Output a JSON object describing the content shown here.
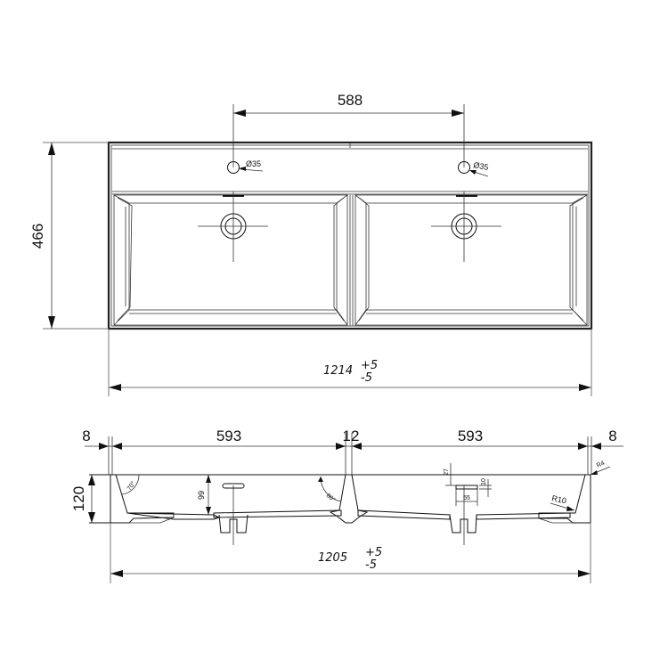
{
  "drawing": {
    "title": "Double washbasin technical drawing",
    "top_view": {
      "tap_hole_spacing": "588",
      "tap_hole_diameter_left": "Ø35",
      "tap_hole_diameter_right": "Ø35",
      "depth": "466",
      "overall_width": "1214",
      "overall_width_tol_plus": "+5",
      "overall_width_tol_minus": "-5"
    },
    "section_view": {
      "rim_left": "8",
      "bowl_width_left": "593",
      "divider_width": "12",
      "bowl_width_right": "593",
      "rim_right": "8",
      "height": "120",
      "inner_depth": "99",
      "angle_outer": "70°",
      "angle_divider": "80°",
      "overflow_offset": "27",
      "overflow_height": "10",
      "overflow_width": "55",
      "radius_top": "R4",
      "radius_bottom": "R10",
      "overall_width": "1205",
      "overall_width_tol_plus": "+5",
      "overall_width_tol_minus": "-5"
    }
  }
}
